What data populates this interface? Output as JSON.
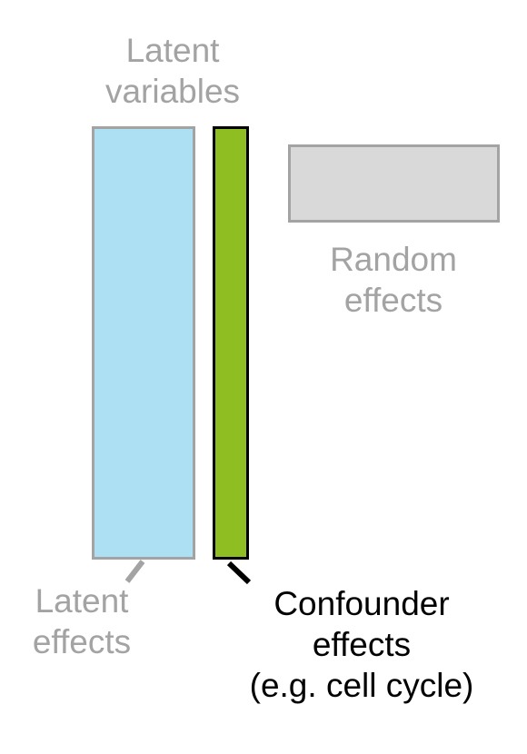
{
  "labels": {
    "latent_variables": [
      "Latent",
      "variables"
    ],
    "random_effects": [
      "Random",
      "effects"
    ],
    "latent_effects": [
      "Latent",
      "effects"
    ],
    "confounder_effects": [
      "Confounder",
      "effects",
      "(e.g. cell cycle)"
    ]
  },
  "colors": {
    "latent_fill": "#aee0f3",
    "confounder_fill": "#8fbe22",
    "random_fill": "#d9d9d9",
    "gray_border": "#a3a3a3",
    "black_border": "#000000"
  }
}
